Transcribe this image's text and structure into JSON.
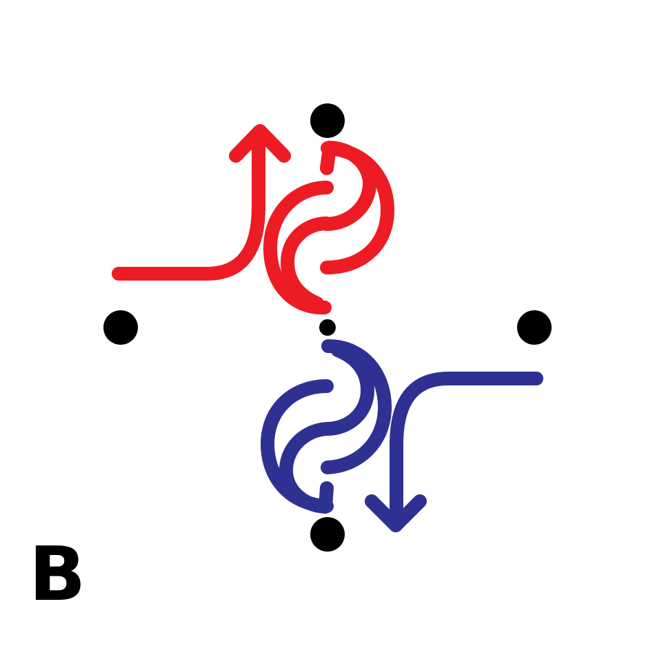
{
  "figure": {
    "panel_label": "B",
    "colors": {
      "upper_path": "#ed1c24",
      "lower_path": "#2e3192",
      "nodes": "#000000"
    },
    "nodes": [
      "top-node",
      "left-node",
      "center-node",
      "right-node",
      "bottom-node"
    ],
    "arrows": [
      {
        "name": "upper-path",
        "color": "#ed1c24",
        "direction": "up"
      },
      {
        "name": "lower-path",
        "color": "#2e3192",
        "direction": "down"
      }
    ]
  }
}
